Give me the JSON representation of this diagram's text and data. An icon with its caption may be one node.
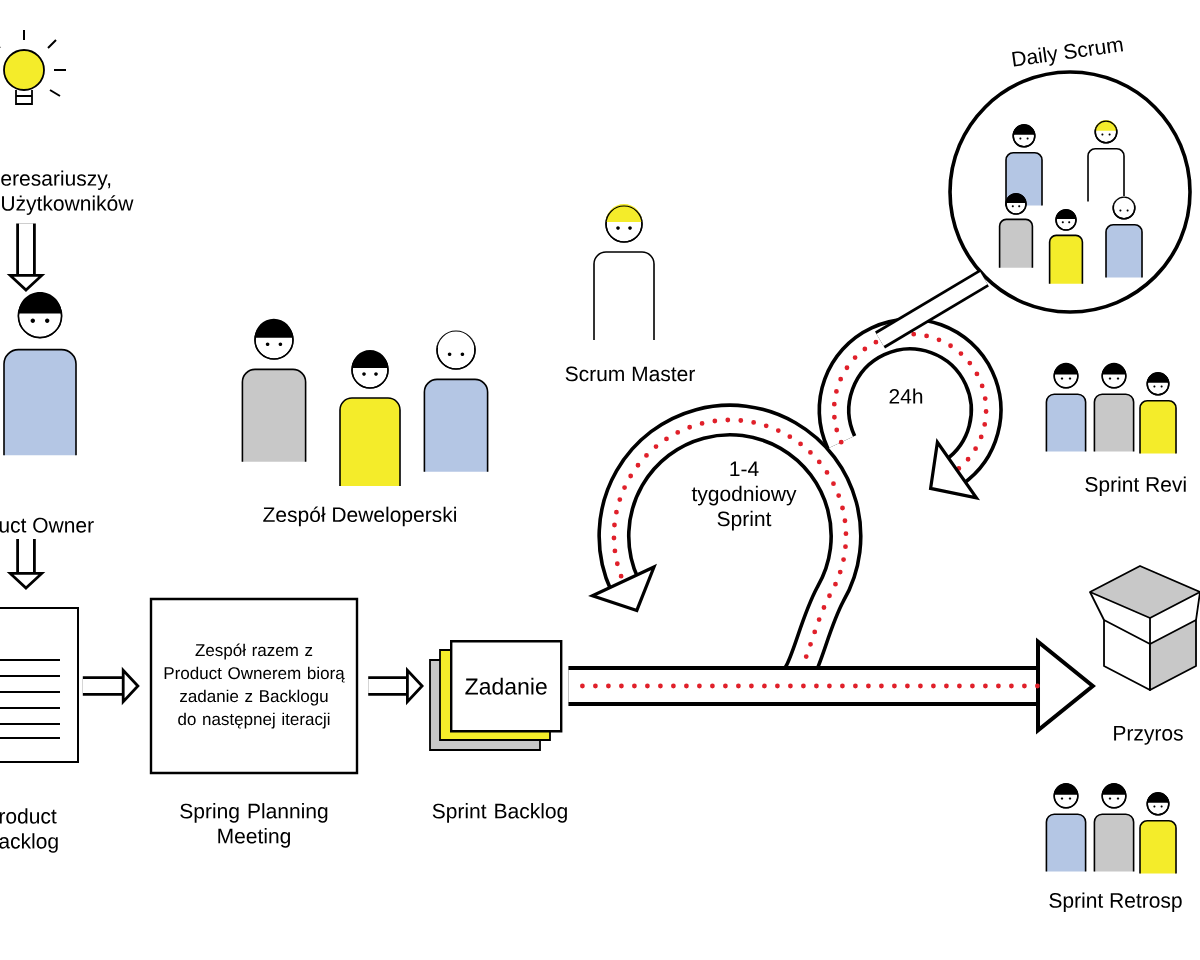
{
  "diagram": {
    "nodes": [
      {
        "text": [
          "eresariuszy, Użytkowników"
        ]
      },
      {
        "text": [
          "uct Owner"
        ]
      },
      {
        "text": [
          "roduct acklog"
        ]
      },
      {
        "text": [
          "Zespół razem z Product Ownerem biorą zadanie z Backlogu do następnej iteracji"
        ],
        "beside": [
          "Spring Planning Meeting"
        ]
      },
      {
        "text": [
          "Zadanie"
        ],
        "beside": [
          "Sprint Backlog"
        ]
      },
      {
        "text": [
          "Przyros"
        ]
      },
      {
        "text": [
          "Daily Scrum"
        ]
      }
    ],
    "edges": [
      {
        "from": 0,
        "to": 1,
        "arrow": "to"
      },
      {
        "from": 1,
        "to": 2,
        "arrow": "to"
      },
      {
        "from": 2,
        "to": 3,
        "arrow": "to"
      },
      {
        "from": 3,
        "to": 4,
        "arrow": "to"
      },
      {
        "from": 4,
        "to": 5,
        "arrow": "to",
        "style": "thick"
      },
      {
        "from": 6,
        "to": null,
        "arrow": "none"
      }
    ],
    "labels": [
      "Zespół Deweloperski",
      "Scrum Master",
      "1-4 tygodniowy Sprint",
      "24h",
      "Sprint Revi",
      "Sprint Retrosp"
    ]
  }
}
